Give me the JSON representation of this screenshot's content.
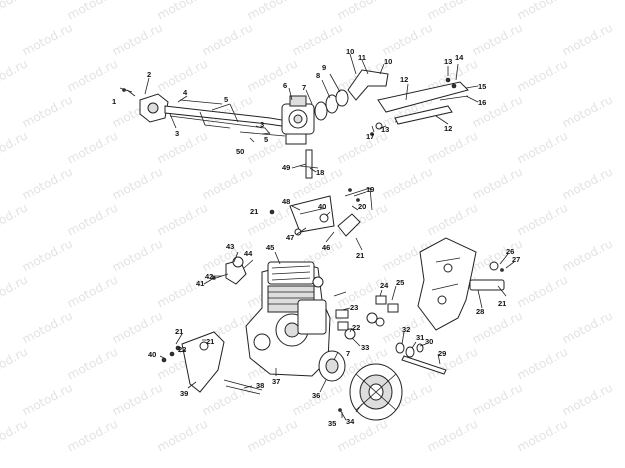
{
  "watermark": {
    "text": "motod.ru"
  },
  "callouts": {
    "c1": "1",
    "c2": "2",
    "c3": "3",
    "c3b": "3",
    "c4": "4",
    "c5": "5",
    "c5b": "5",
    "c6": "6",
    "c7": "7",
    "c8": "8",
    "c9": "9",
    "c10": "10",
    "c10b": "10",
    "c11": "11",
    "c12": "12",
    "c12b": "12",
    "c13": "13",
    "c13b": "13",
    "c14": "14",
    "c15": "15",
    "c16": "16",
    "c17": "17",
    "c18": "18",
    "c19": "19",
    "c20": "20",
    "c21a": "21",
    "c21b": "21",
    "c21c": "21",
    "c21d": "21",
    "c21e": "21",
    "c22": "22",
    "c23": "23",
    "c24": "24",
    "c25": "25",
    "c26": "26",
    "c27": "27",
    "c28": "28",
    "c29": "29",
    "c30": "30",
    "c31": "31",
    "c32": "32",
    "c33": "33",
    "c34": "34",
    "c35": "35",
    "c36": "36",
    "c37": "37",
    "c38": "38",
    "c39": "39",
    "c40a": "40",
    "c40b": "40",
    "c41": "41",
    "c42": "42",
    "c43": "43",
    "c44": "44",
    "c45": "45",
    "c46": "46",
    "c47": "47",
    "c48": "48",
    "c49": "49",
    "c50": "50"
  }
}
